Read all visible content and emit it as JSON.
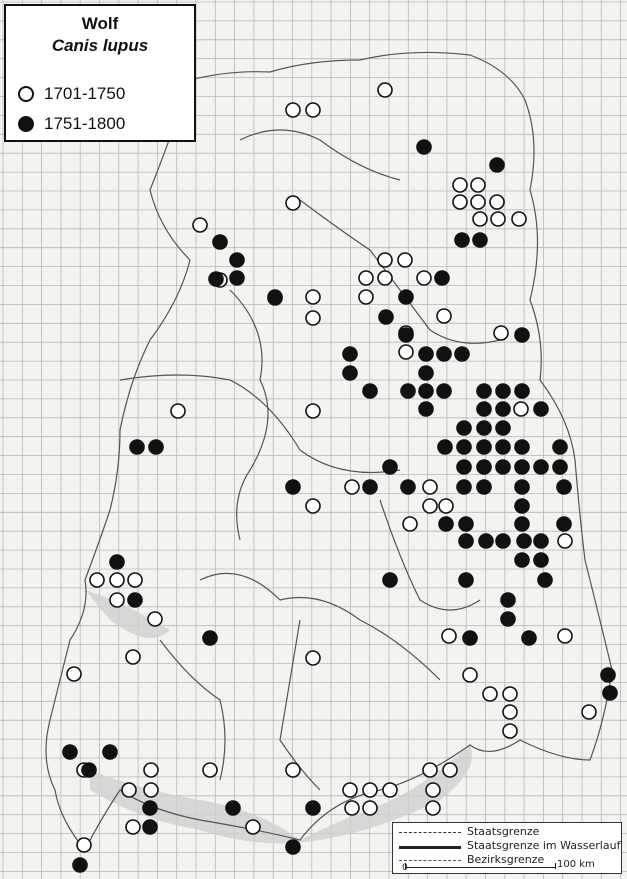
{
  "legend": {
    "title": "Wolf",
    "subtitle": "Canis lupus",
    "items": [
      {
        "symbol": "open-circle",
        "label": "1701-1750"
      },
      {
        "symbol": "filled-circle",
        "label": "1751-1800"
      }
    ]
  },
  "boundary_legend": {
    "items": [
      "Staatsgrenze",
      "Staatsgrenze im Wasserlauf",
      "Bezirksgrenze"
    ],
    "scale_start": "0",
    "scale_end": "100 km"
  },
  "colors": {
    "background": "#f4f3ef",
    "grid": "#b8b8b8",
    "symbol": "#111111",
    "lines": "#555555"
  },
  "records": {
    "open_1701_1750": [
      [
        293,
        110
      ],
      [
        313,
        110
      ],
      [
        385,
        90
      ],
      [
        460,
        185
      ],
      [
        478,
        185
      ],
      [
        460,
        202
      ],
      [
        478,
        202
      ],
      [
        497,
        202
      ],
      [
        480,
        219
      ],
      [
        498,
        219
      ],
      [
        519,
        219
      ],
      [
        293,
        203
      ],
      [
        200,
        225
      ],
      [
        275,
        297
      ],
      [
        313,
        297
      ],
      [
        313,
        318
      ],
      [
        220,
        280
      ],
      [
        385,
        260
      ],
      [
        405,
        260
      ],
      [
        385,
        278
      ],
      [
        366,
        278
      ],
      [
        424,
        278
      ],
      [
        366,
        297
      ],
      [
        444,
        316
      ],
      [
        406,
        352
      ],
      [
        406,
        333
      ],
      [
        501,
        333
      ],
      [
        178,
        411
      ],
      [
        313,
        411
      ],
      [
        352,
        487
      ],
      [
        430,
        487
      ],
      [
        313,
        506
      ],
      [
        410,
        524
      ],
      [
        430,
        506
      ],
      [
        446,
        506
      ],
      [
        521,
        409
      ],
      [
        565,
        541
      ],
      [
        97,
        580
      ],
      [
        117,
        580
      ],
      [
        135,
        580
      ],
      [
        117,
        600
      ],
      [
        155,
        619
      ],
      [
        133,
        657
      ],
      [
        74,
        674
      ],
      [
        313,
        658
      ],
      [
        449,
        636
      ],
      [
        565,
        636
      ],
      [
        470,
        675
      ],
      [
        490,
        694
      ],
      [
        510,
        694
      ],
      [
        510,
        712
      ],
      [
        589,
        712
      ],
      [
        510,
        731
      ],
      [
        84,
        770
      ],
      [
        151,
        770
      ],
      [
        210,
        770
      ],
      [
        293,
        770
      ],
      [
        129,
        790
      ],
      [
        151,
        790
      ],
      [
        350,
        790
      ],
      [
        370,
        790
      ],
      [
        390,
        790
      ],
      [
        352,
        808
      ],
      [
        370,
        808
      ],
      [
        430,
        770
      ],
      [
        450,
        770
      ],
      [
        433,
        790
      ],
      [
        433,
        808
      ],
      [
        133,
        827
      ],
      [
        253,
        827
      ],
      [
        84,
        845
      ]
    ],
    "filled_1751_1800": [
      [
        424,
        147
      ],
      [
        497,
        165
      ],
      [
        220,
        242
      ],
      [
        462,
        240
      ],
      [
        480,
        240
      ],
      [
        237,
        260
      ],
      [
        237,
        278
      ],
      [
        216,
        279
      ],
      [
        442,
        278
      ],
      [
        275,
        298
      ],
      [
        406,
        297
      ],
      [
        386,
        317
      ],
      [
        406,
        335
      ],
      [
        522,
        335
      ],
      [
        350,
        354
      ],
      [
        350,
        373
      ],
      [
        426,
        354
      ],
      [
        444,
        354
      ],
      [
        462,
        354
      ],
      [
        426,
        373
      ],
      [
        370,
        391
      ],
      [
        408,
        391
      ],
      [
        426,
        391
      ],
      [
        444,
        391
      ],
      [
        426,
        409
      ],
      [
        484,
        391
      ],
      [
        503,
        391
      ],
      [
        522,
        391
      ],
      [
        541,
        409
      ],
      [
        484,
        409
      ],
      [
        503,
        409
      ],
      [
        137,
        447
      ],
      [
        156,
        447
      ],
      [
        464,
        428
      ],
      [
        484,
        428
      ],
      [
        503,
        428
      ],
      [
        464,
        447
      ],
      [
        484,
        447
      ],
      [
        503,
        447
      ],
      [
        522,
        447
      ],
      [
        445,
        447
      ],
      [
        560,
        447
      ],
      [
        390,
        467
      ],
      [
        464,
        467
      ],
      [
        484,
        467
      ],
      [
        503,
        467
      ],
      [
        522,
        467
      ],
      [
        541,
        467
      ],
      [
        560,
        467
      ],
      [
        293,
        487
      ],
      [
        370,
        487
      ],
      [
        408,
        487
      ],
      [
        464,
        487
      ],
      [
        484,
        487
      ],
      [
        522,
        487
      ],
      [
        564,
        487
      ],
      [
        446,
        524
      ],
      [
        522,
        506
      ],
      [
        522,
        524
      ],
      [
        564,
        524
      ],
      [
        466,
        524
      ],
      [
        466,
        541
      ],
      [
        486,
        541
      ],
      [
        503,
        541
      ],
      [
        524,
        541
      ],
      [
        541,
        541
      ],
      [
        522,
        560
      ],
      [
        541,
        560
      ],
      [
        545,
        580
      ],
      [
        117,
        562
      ],
      [
        135,
        600
      ],
      [
        466,
        580
      ],
      [
        390,
        580
      ],
      [
        508,
        600
      ],
      [
        508,
        619
      ],
      [
        210,
        638
      ],
      [
        470,
        638
      ],
      [
        529,
        638
      ],
      [
        608,
        675
      ],
      [
        610,
        693
      ],
      [
        70,
        752
      ],
      [
        110,
        752
      ],
      [
        89,
        770
      ],
      [
        150,
        808
      ],
      [
        150,
        827
      ],
      [
        233,
        808
      ],
      [
        313,
        808
      ],
      [
        293,
        847
      ],
      [
        80,
        865
      ]
    ]
  }
}
